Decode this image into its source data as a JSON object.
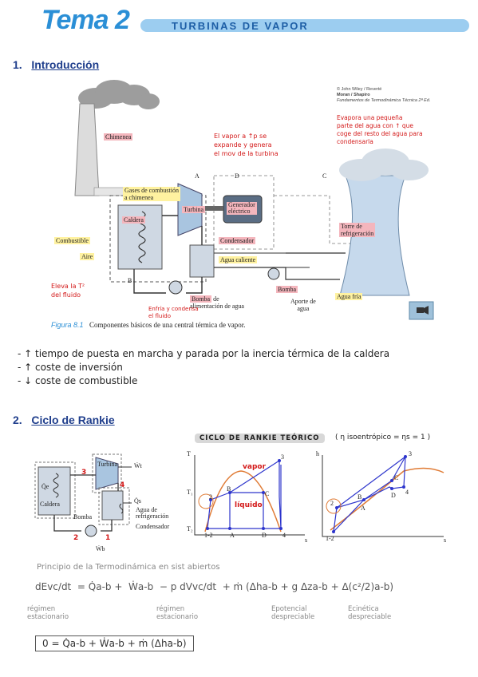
{
  "header": {
    "title": "Tema 2",
    "subtitle": "TURBINAS DE VAPOR"
  },
  "section1": {
    "number": "1.",
    "title": "Introducción"
  },
  "figure1": {
    "copyright": [
      "© John Wiley / Reverté",
      "Moran / Shapiro",
      "Fundamentos de Termodinámica Técnica 2ª Ed."
    ],
    "labels": {
      "chimenea": "Chimenea",
      "gases": "Gases de combustión",
      "gases2": "a chimenea",
      "caldera": "Caldera",
      "turbina": "Turbina",
      "generador": "Generador",
      "generador2": "eléctrico",
      "condensador": "Condensador",
      "agua_caliente": "Agua caliente",
      "combustible": "Combustible",
      "aire": "Aire",
      "torre": "Torre de",
      "torre2": "refrigeración",
      "bomba": "Bomba",
      "bomba_alim": "Bomba",
      "bomba_alim_de": "de",
      "bomba_alim2": "alimentación de agua",
      "aporte": "Aporte de",
      "aporte2": "agua",
      "agua_fria": "Agua fría",
      "a": "A",
      "b": "B",
      "c": "C",
      "d": "D"
    },
    "caption_num": "Figura 8.1",
    "caption": "Componentes básicos de una central térmica de vapor.",
    "notes": {
      "vapor": [
        "El vapor a ↑p se",
        "expande y genera",
        "el mov de la turbina"
      ],
      "evapora": [
        "Evapora una pequeña",
        "parte del agua con ↑ que",
        "coge del resto del agua para",
        "condensarla"
      ],
      "eleva": [
        "Eleva la T²",
        "del fluido"
      ],
      "enfria": [
        "Enfría y condensa",
        "el fluido"
      ]
    }
  },
  "bullets": [
    "- ↑ tiempo de puesta en marcha y parada por la inercia térmica de la caldera",
    "- ↑ coste de inversión",
    "- ↓ coste de combustible"
  ],
  "section2": {
    "number": "2.",
    "title": "Ciclo de Rankie"
  },
  "cycle_heading": "CICLO DE RANKIE TEÓRICO",
  "cycle_note": "( η isoentrópico = ηs = 1 )",
  "figure2": {
    "labels": {
      "turbina": "Turbina",
      "caldera": "Caldera",
      "bomba": "Bomba",
      "agua_de": "Agua de",
      "refrigeracion": "refrigeración",
      "condensador": "Condensador",
      "w_t": "Ẇt",
      "q_s": "Q̇s",
      "q_e": "Q̇e",
      "w_b": "Ẇb",
      "n1": "1",
      "n2": "2",
      "n3": "3",
      "n4": "4"
    }
  },
  "ts_diagram": {
    "axis_y": "T",
    "axis_x": "s",
    "vapor": "vapor",
    "liquido": "líquido",
    "points": [
      "1",
      "2",
      "3",
      "4",
      "A",
      "B",
      "C",
      "D",
      "1-2"
    ],
    "t_labels": [
      "T₁",
      "T₂"
    ]
  },
  "hs_diagram": {
    "axis_y": "h",
    "axis_x": "s",
    "points": [
      "1",
      "2",
      "3",
      "4",
      "A",
      "B",
      "C",
      "D",
      "1-2"
    ]
  },
  "principle": "Principio de la Termodinámica en sist abiertos",
  "equation": {
    "lhs": "dEvc/dt",
    "t1": "= Q̇a-b +",
    "t2": "Ẇa-b",
    "t3": "− p dVvc/dt",
    "t4": "+ ṁ (Δha-b + g Δza-b + Δ(c²/2)a-b)"
  },
  "eq_notes": [
    "régimen estacionario",
    "régimen estacionario",
    "Epotencial despreciable",
    "Ecinética despreciable"
  ],
  "final_equation": "0 = Q̇a-b + Ẇa-b + ṁ (Δha-b)"
}
